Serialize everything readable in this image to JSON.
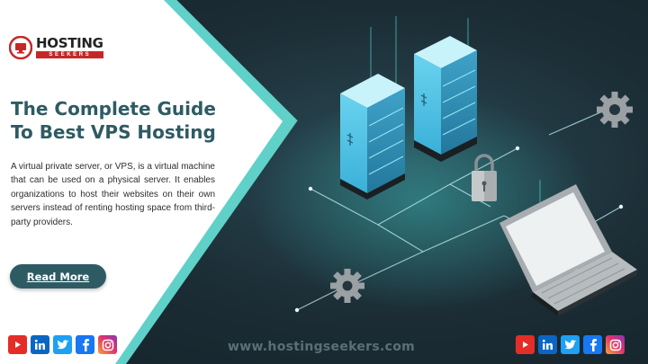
{
  "brand": {
    "name": "HOSTING",
    "sub": "SEEKERS",
    "logo_icon": "globe-monitor-icon",
    "primary_color": "#2e5b63",
    "accent_color": "#c62828",
    "frame_color": "#5fd1c9"
  },
  "hero": {
    "title_line1": "The Complete Guide",
    "title_line2": "To Best VPS Hosting",
    "description": "A virtual private server, or VPS, is a virtual machine that can be used on a physical server. It enables organizations to host their websites on their own servers instead of renting hosting space from third-party providers.",
    "cta_label": "Read More"
  },
  "footer": {
    "website": "www.hostingseekers.com",
    "social_icons": [
      "youtube-icon",
      "linkedin-icon",
      "twitter-icon",
      "facebook-icon",
      "instagram-icon"
    ]
  },
  "illustration": {
    "items": [
      "server-tower-icon",
      "server-tower-icon",
      "padlock-icon",
      "laptop-icon",
      "gear-icon",
      "gear-icon"
    ]
  }
}
